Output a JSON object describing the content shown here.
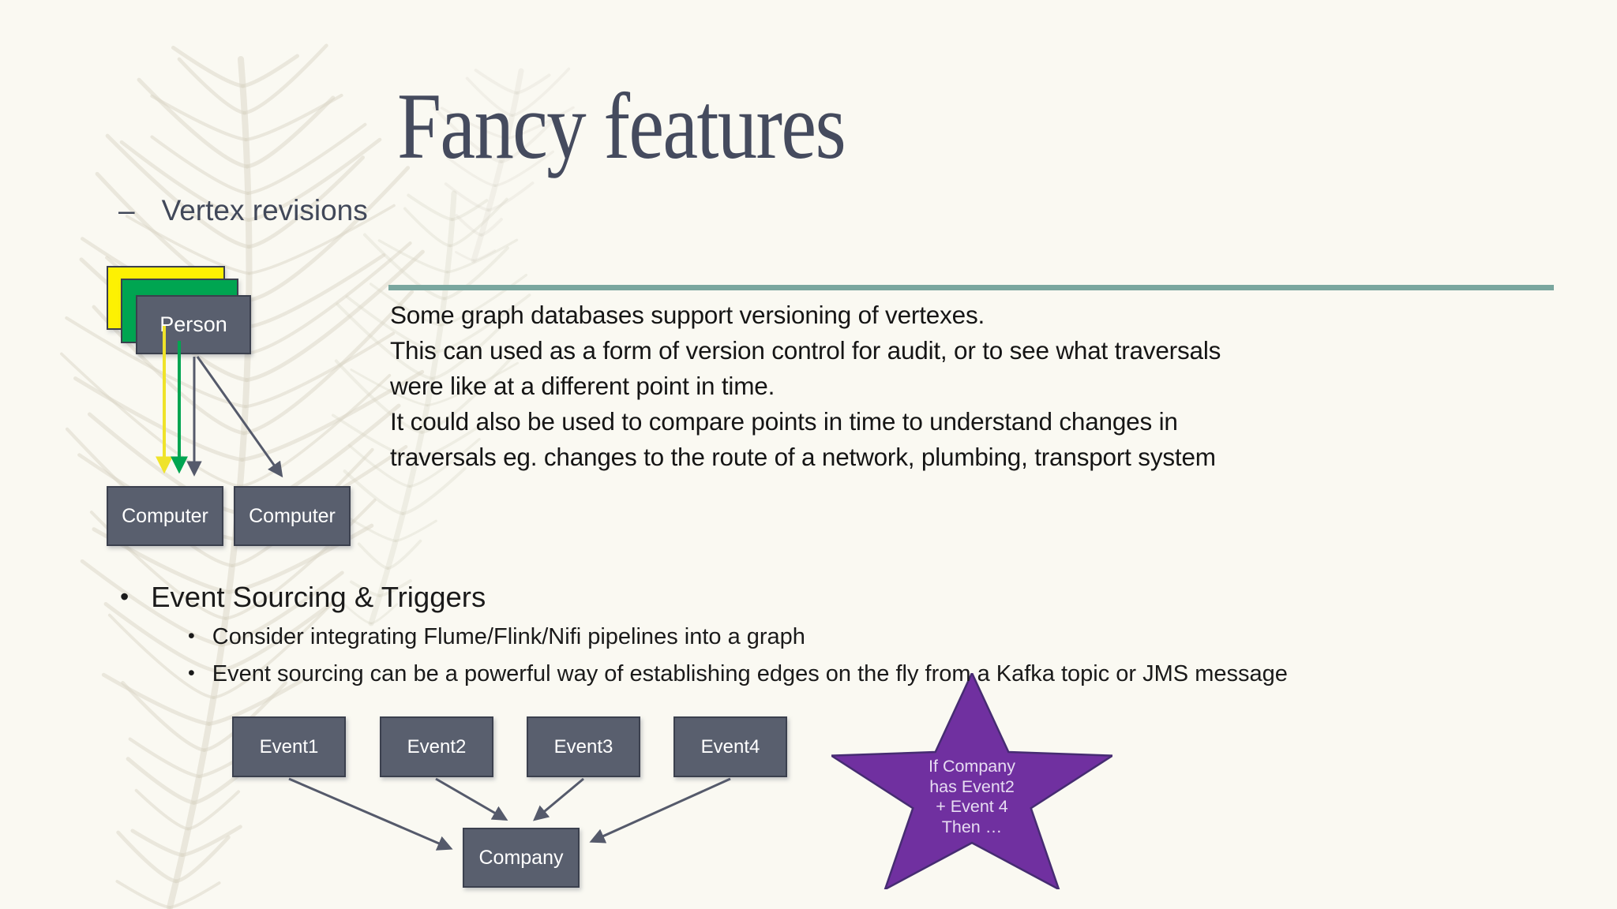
{
  "slide": {
    "title": "Fancy features"
  },
  "heading": {
    "dash": "–",
    "label": "Vertex revisions"
  },
  "paragraph": {
    "lines": [
      "Some graph databases support versioning of vertexes.",
      "This can used as a form of version control for audit, or to see what traversals",
      "were like at a different point in time.",
      "It could also be used to compare points in time to understand changes in",
      "traversals eg. changes to the route of a network, plumbing, transport system"
    ]
  },
  "bullets": {
    "marker": "•",
    "main": "Event Sourcing & Triggers",
    "sub": [
      "Consider integrating Flume/Flink/Nifi pipelines into a graph",
      "Event sourcing can be a powerful way of establishing edges on the fly from a Kafka topic or JMS message"
    ]
  },
  "vertex_diagram": {
    "person_label": "Person",
    "computer1_label": "Computer",
    "computer2_label": "Computer"
  },
  "event_diagram": {
    "events": [
      "Event1",
      "Event2",
      "Event3",
      "Event4"
    ],
    "company_label": "Company"
  },
  "star": {
    "lines": [
      "If Company",
      "has Event2",
      "+ Event 4",
      "Then …"
    ]
  },
  "colors": {
    "background": "#FAF9F2",
    "title_text": "#454B5E",
    "heading_text": "#414859",
    "body_text": "#151515",
    "divider_teal": "#7AA79F",
    "node_fill": "#595F6E",
    "node_border": "#3B404E",
    "node_text": "#FFFFFF",
    "revision_yellow": "#FDF102",
    "revision_green": "#00A551",
    "arrow_gray": "#555A6B",
    "arrow_yellow": "#EFE32A",
    "arrow_green": "#00A551",
    "star_fill": "#7030A0",
    "star_border": "#462C72",
    "star_text": "#E7DCF2",
    "feather_watermark": "#D9D5C6"
  }
}
